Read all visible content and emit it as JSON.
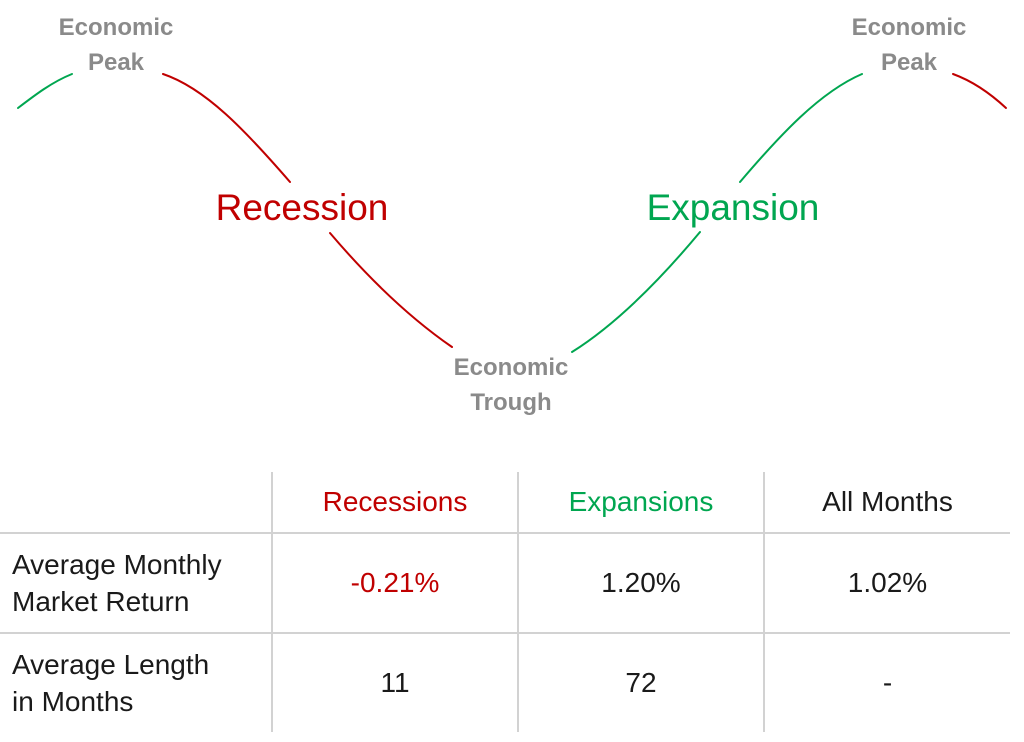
{
  "diagram": {
    "peak_left": {
      "line1": "Economic",
      "line2": "Peak"
    },
    "peak_right": {
      "line1": "Economic",
      "line2": "Peak"
    },
    "trough": {
      "line1": "Economic",
      "line2": "Trough"
    },
    "recession_label": "Recession",
    "expansion_label": "Expansion",
    "colors": {
      "recession": "#c00000",
      "expansion": "#00a650",
      "node_text": "#8a8a8a"
    }
  },
  "table": {
    "headers": [
      "",
      "Recessions",
      "Expansions",
      "All Months"
    ],
    "header_colors": [
      "#1a1a1a",
      "#c00000",
      "#00a650",
      "#1a1a1a"
    ],
    "rows": [
      {
        "label_line1": "Average Monthly",
        "label_line2": "Market Return",
        "recessions": "-0.21%",
        "expansions": "1.20%",
        "all_months": "1.02%"
      },
      {
        "label_line1": "Average Length",
        "label_line2": "in Months",
        "recessions": "11",
        "expansions": "72",
        "all_months": "-"
      }
    ]
  }
}
